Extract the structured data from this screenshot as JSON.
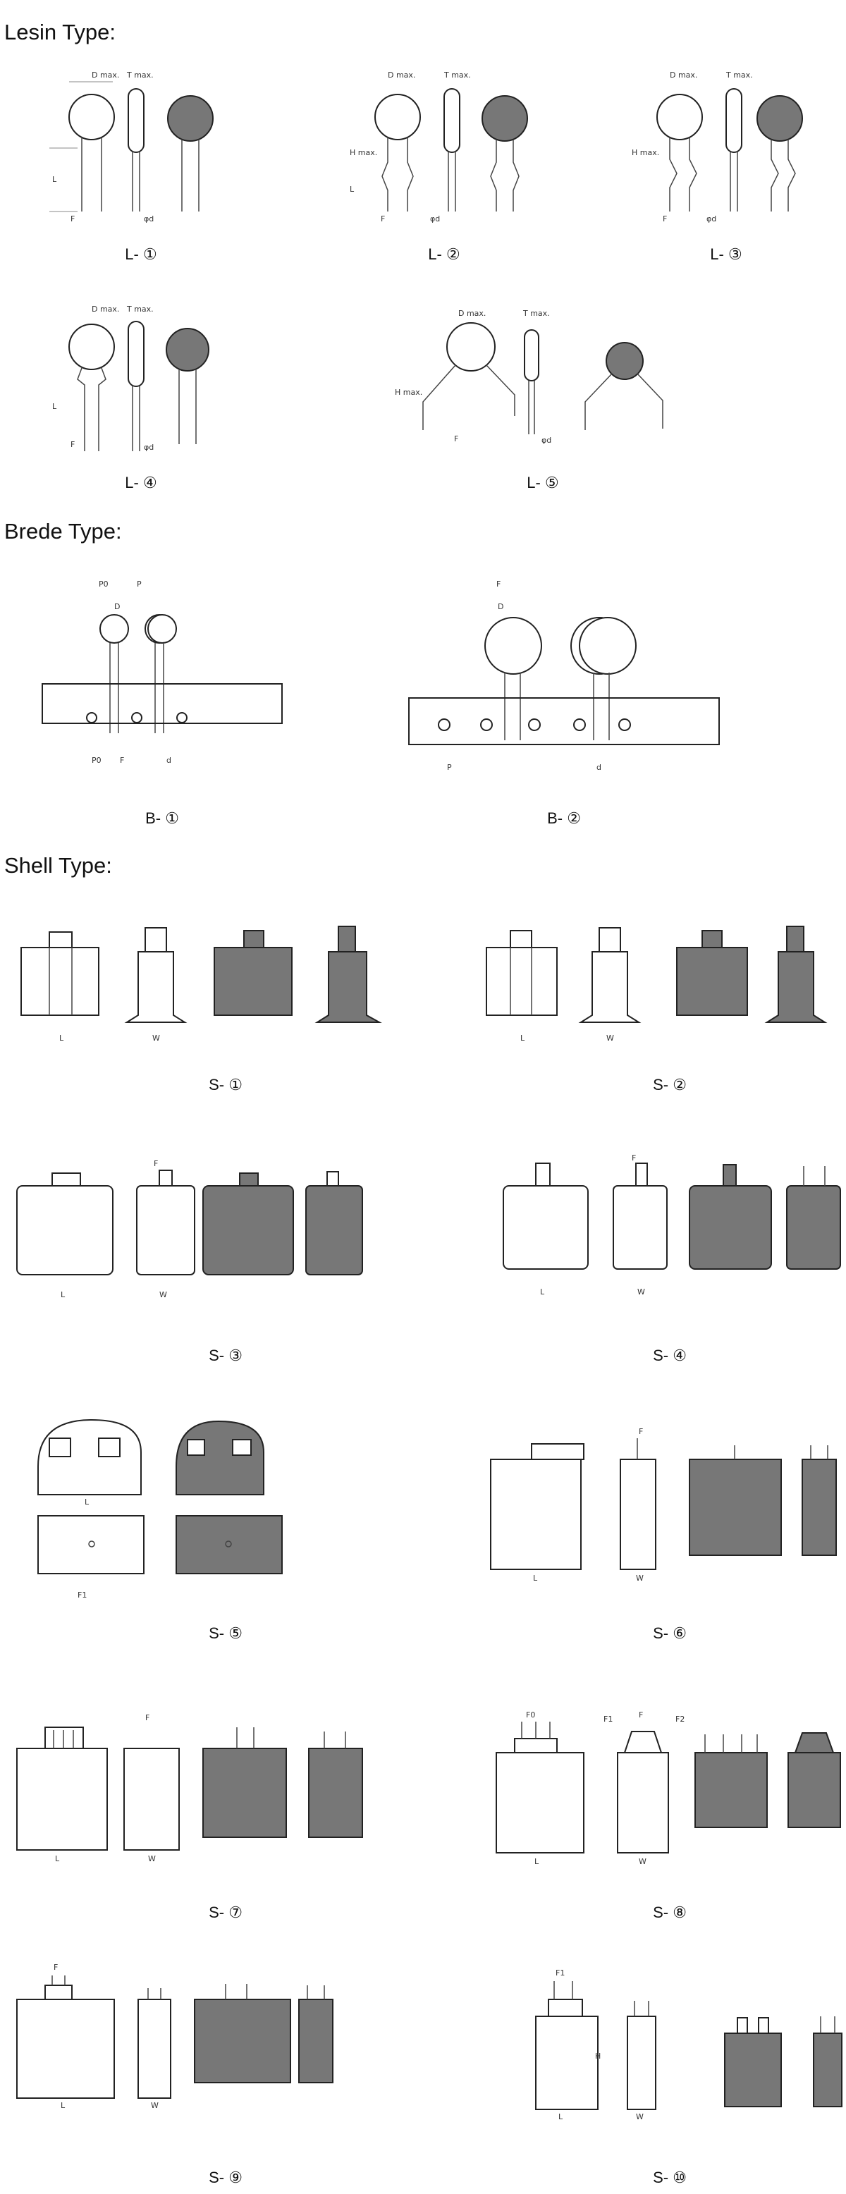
{
  "sections": {
    "lesin": "Lesin Type:",
    "brede": "Brede Type:",
    "shell": "Shell Type:"
  },
  "captions": {
    "L1": "L- ①",
    "L2": "L- ②",
    "L3": "L- ③",
    "L4": "L- ④",
    "L5": "L- ⑤",
    "B1": "B- ①",
    "B2": "B- ②",
    "S1": "S- ①",
    "S2": "S- ②",
    "S3": "S- ③",
    "S4": "S- ④",
    "S5": "S- ⑤",
    "S6": "S- ⑥",
    "S7": "S- ⑦",
    "S8": "S- ⑧",
    "S9": "S- ⑨",
    "S10": "S- ⑩"
  },
  "dims": {
    "D": "D",
    "T": "T",
    "L": "L",
    "W": "W",
    "H": "H",
    "F": "F",
    "P": "P",
    "d": "d",
    "dmax": "D max.",
    "tmax": "T max.",
    "hmax": "H max.",
    "phid": "φd",
    "p0": "P0",
    "f0": "F0",
    "f1": "F1",
    "f2": "F2"
  },
  "colors": {
    "body_dark": "#777777",
    "outline": "#222222"
  }
}
